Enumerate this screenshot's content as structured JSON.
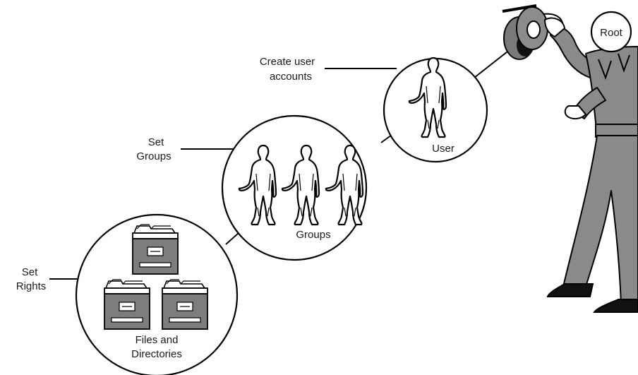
{
  "nodes": {
    "user": {
      "label": "User",
      "annotation_line1": "Create user",
      "annotation_line2": "accounts"
    },
    "groups": {
      "label": "Groups",
      "annotation_line1": "Set",
      "annotation_line2": "Groups"
    },
    "files": {
      "label_line1": "Files and",
      "label_line2": "Directories",
      "annotation_line1": "Set",
      "annotation_line2": "Rights"
    }
  },
  "root": {
    "badge": "Root"
  }
}
